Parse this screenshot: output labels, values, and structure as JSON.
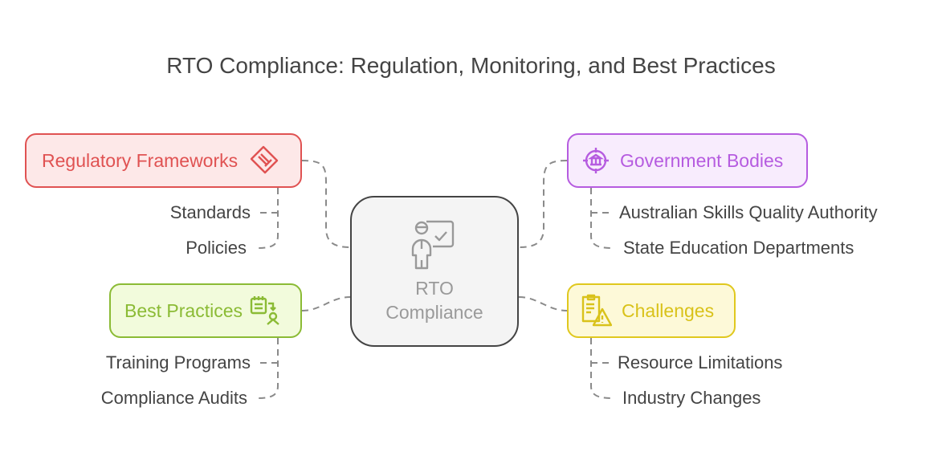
{
  "title": "RTO Compliance: Regulation, Monitoring, and Best Practices",
  "center": {
    "line1": "RTO",
    "line2": "Compliance",
    "icon": "teacher-checklist-icon"
  },
  "branches": {
    "regulatory": {
      "label": "Regulatory Frameworks",
      "icon": "document-tag-icon",
      "color": "#e05252",
      "items": [
        "Standards",
        "Policies"
      ]
    },
    "government": {
      "label": "Government Bodies",
      "icon": "government-building-target-icon",
      "color": "#b65ce0",
      "items": [
        "Australian Skills Quality Authority",
        "State Education Departments"
      ]
    },
    "practices": {
      "label": "Best Practices",
      "icon": "checklist-person-icon",
      "color": "#8bbb35",
      "items": [
        "Training Programs",
        "Compliance Audits"
      ]
    },
    "challenges": {
      "label": "Challenges",
      "icon": "clipboard-warning-icon",
      "color": "#d9c21a",
      "items": [
        "Resource Limitations",
        "Industry Changes"
      ]
    }
  }
}
